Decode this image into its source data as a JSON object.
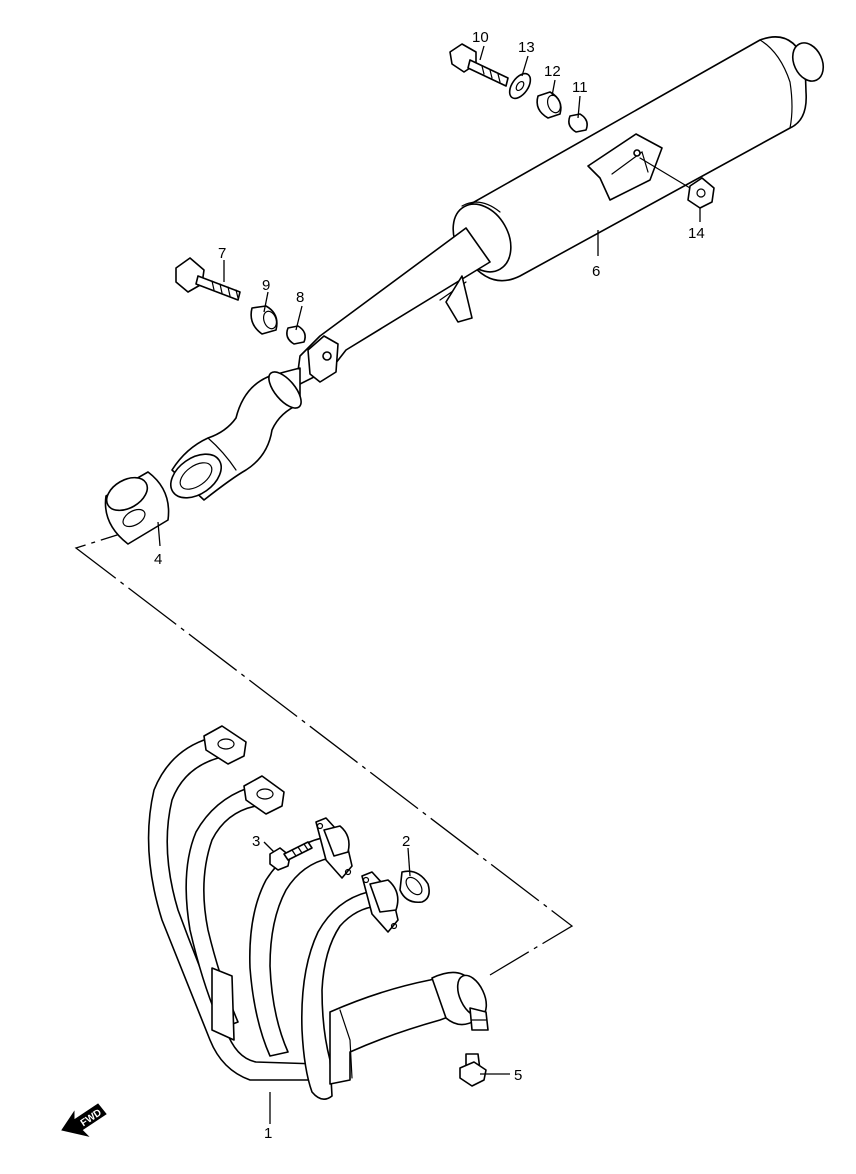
{
  "callouts": {
    "c1": "1",
    "c2": "2",
    "c3": "3",
    "c4": "4",
    "c5": "5",
    "c6": "6",
    "c7": "7",
    "c8": "8",
    "c9": "9",
    "c10": "10",
    "c11": "11",
    "c12": "12",
    "c13": "13",
    "c14": "14"
  },
  "fwd_label": "FWD",
  "colors": {
    "line": "#000000",
    "background": "#ffffff"
  }
}
